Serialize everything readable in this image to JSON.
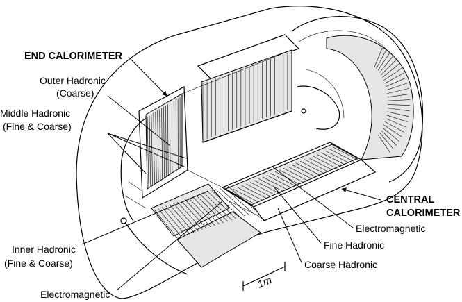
{
  "labels": {
    "end_calorimeter": "END CALORIMETER",
    "outer_hadronic_1": "Outer Hadronic",
    "outer_hadronic_2": "(Coarse)",
    "middle_hadronic_1": "Middle Hadronic",
    "middle_hadronic_2": "(Fine & Coarse)",
    "inner_hadronic_1": "Inner Hadronic",
    "inner_hadronic_2": "(Fine & Coarse)",
    "electromagnetic_end": "Electromagnetic",
    "central_calorimeter_1": "CENTRAL",
    "central_calorimeter_2": "CALORIMETER",
    "electromagnetic_central": "Electromagnetic",
    "fine_hadronic": "Fine Hadronic",
    "coarse_hadronic": "Coarse Hadronic"
  },
  "scale_bar": {
    "label": "1m"
  }
}
